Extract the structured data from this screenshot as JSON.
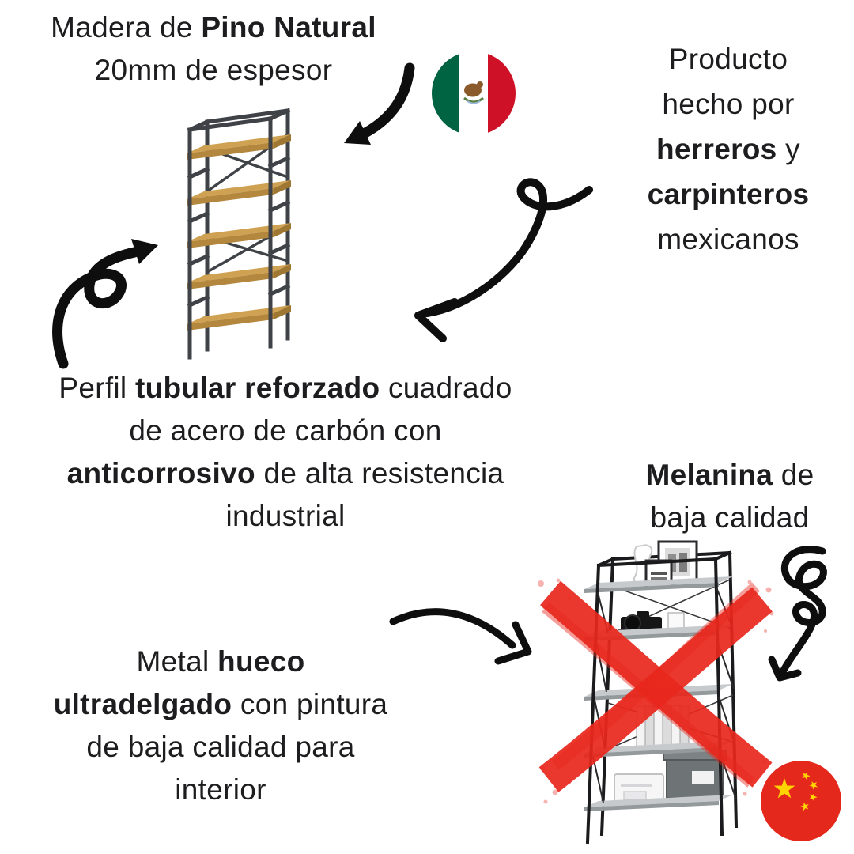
{
  "colors": {
    "text": "#1d1d1f",
    "arrow_black": "#0e0e0e",
    "cross_red": "#e8271d",
    "mexico_green": "#006341",
    "mexico_white": "#ffffff",
    "mexico_red": "#ce1126",
    "china_red": "#e4281c",
    "china_yellow": "#ffd500",
    "wood_shelf": "#cfa153",
    "steel_frame": "#3f4347",
    "cheap_frame": "#1b1b1d",
    "cheap_shelf_gray": "#c6cacc"
  },
  "icons": {
    "mexico_flag": "mexico-flag-icon",
    "china_flag": "china-flag-icon",
    "good_shelf": "good-shelf-illustration",
    "bad_shelf": "bad-shelf-illustration",
    "red_cross": "red-cross-mark"
  },
  "callouts": {
    "wood": {
      "l1a": "Madera de ",
      "l1b": "Pino Natural",
      "l2": "20mm de espesor"
    },
    "made_by": {
      "l1": "Producto",
      "l2": "hecho por",
      "l3b": "herreros",
      "l3a": " y",
      "l4b": "carpinteros",
      "l5": "mexicanos"
    },
    "steel": {
      "l1a": "Perfil ",
      "l1b": "tubular reforzado",
      "l1c": " cuadrado",
      "l2": "de acero de carbón con",
      "l3b": "anticorrosivo",
      "l3a": " de alta resistencia",
      "l4": "industrial"
    },
    "melamine": {
      "l1b": "Melanina",
      "l1a": " de",
      "l2": "baja calidad"
    },
    "thin_metal": {
      "l1a": "Metal ",
      "l1b": "hueco",
      "l2b": "ultradelgado",
      "l2a": " con pintura",
      "l3": "de baja calidad para",
      "l4": "interior"
    }
  }
}
